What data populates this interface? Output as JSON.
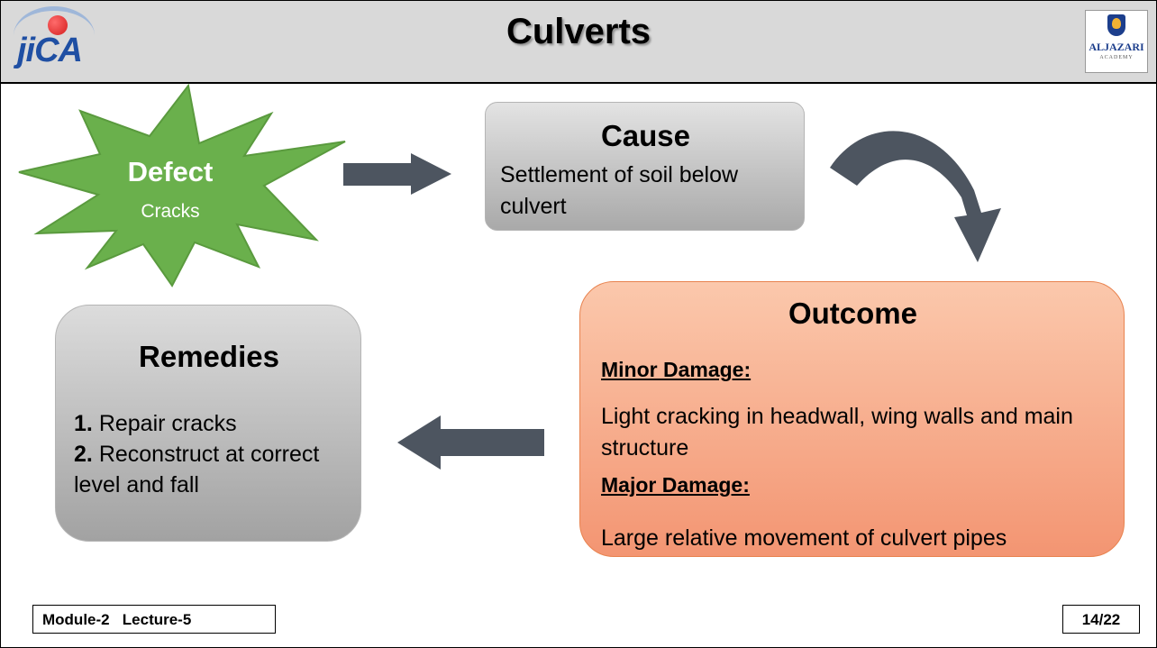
{
  "header": {
    "title": "Culverts",
    "left_logo": "jiCA",
    "right_logo": {
      "name": "ALJAZARI",
      "subtitle": "ACADEMY"
    }
  },
  "defect": {
    "label": "Defect",
    "value": "Cracks",
    "color": "#6ab04c"
  },
  "cause": {
    "heading": "Cause",
    "text": "Settlement of soil below culvert"
  },
  "outcome": {
    "heading": "Outcome",
    "minor_label": "Minor Damage:",
    "minor_text": "Light cracking in headwall, wing walls and main structure",
    "major_label": "Major Damage:",
    "major_text": "Large relative movement of culvert pipes",
    "color": "#f5a07c"
  },
  "remedies": {
    "heading": "Remedies",
    "items": [
      {
        "num": "1.",
        "text": "Repair cracks"
      },
      {
        "num": "2.",
        "text": "Reconstruct at correct level and fall"
      }
    ]
  },
  "footer": {
    "module": "Module-2   Lecture-5",
    "page": "14/22"
  },
  "colors": {
    "arrow": "#4d5560",
    "header_bg": "#d9d9d9"
  }
}
